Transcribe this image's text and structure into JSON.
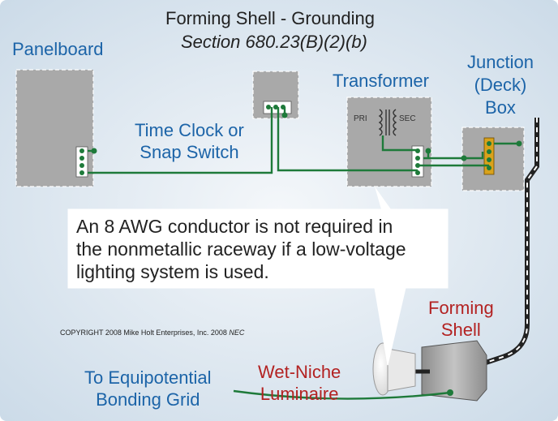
{
  "title": "Forming Shell - Grounding",
  "subtitle": "Section 680.23(B)(2)(b)",
  "labels": {
    "panelboard": "Panelboard",
    "transformer": "Transformer",
    "time_clock_line1": "Time Clock or",
    "time_clock_line2": "Snap Switch",
    "junction_line1": "Junction",
    "junction_line2": "(Deck)",
    "junction_line3": "Box",
    "pri": "PRI",
    "sec": "SEC",
    "forming_line1": "Forming",
    "forming_line2": "Shell",
    "wetniche_line1": "Wet-Niche",
    "wetniche_line2": "Luminaire",
    "equip_line1": "To Equipotential",
    "equip_line2": "Bonding Grid"
  },
  "note": {
    "line1": "An 8 AWG conductor is not required in",
    "line2": "the nonmetallic raceway if a low-voltage",
    "line3": "lighting system is used."
  },
  "copyright": {
    "text": "COPYRIGHT 2008  Mike Holt Enterprises, Inc. 2008 ",
    "nec": "NEC"
  },
  "colors": {
    "background": "#d8e4ee",
    "label_blue": "#1c64a8",
    "label_red": "#b32222",
    "wire_green": "#1e7a3a",
    "box_gray": "#a9a9a9"
  }
}
